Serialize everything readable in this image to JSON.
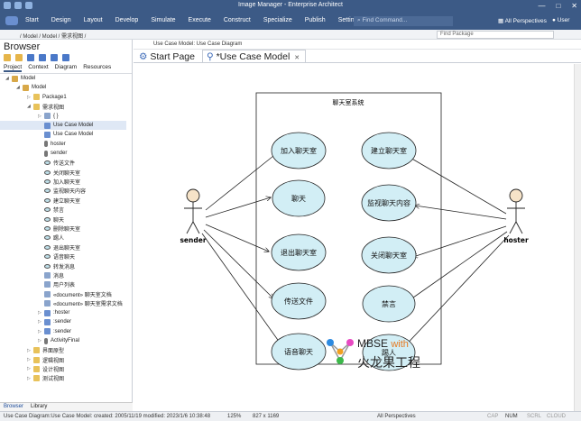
{
  "window": {
    "title": "Image Manager - Enterprise Architect",
    "controls": [
      "—",
      "□",
      "✕"
    ]
  },
  "menu": {
    "items": [
      "Start",
      "Design",
      "Layout",
      "Develop",
      "Simulate",
      "Execute",
      "Construct",
      "Specialize",
      "Publish",
      "Settings"
    ],
    "command_placeholder": "Find Command...",
    "perspectives": "All Perspectives",
    "user": "User"
  },
  "address": {
    "crumb": "/ Model / Model / 需求视图 /",
    "find_placeholder": "Find Package"
  },
  "browser": {
    "title": "Browser",
    "tabs": [
      "Project",
      "Context",
      "Diagram",
      "Resources"
    ],
    "items": [
      {
        "label": "Model",
        "icon": "model-icon",
        "indent": 0
      },
      {
        "label": "Model",
        "icon": "package-icon",
        "indent": 1
      },
      {
        "label": "Package1",
        "icon": "folder-icon",
        "indent": 2
      },
      {
        "label": "需求视图",
        "icon": "folder-icon",
        "indent": 2
      },
      {
        "label": "{ }",
        "icon": "code-icon",
        "indent": 3
      },
      {
        "label": "Use Case Model",
        "icon": "use-case-diagram-icon",
        "indent": 3
      },
      {
        "label": "Use Case Model",
        "icon": "use-case-diagram-icon",
        "indent": 3
      },
      {
        "label": "hoster",
        "icon": "actor-icon",
        "indent": 3
      },
      {
        "label": "sender",
        "icon": "actor-icon",
        "indent": 3
      },
      {
        "label": "传送文件",
        "icon": "use-case-icon",
        "indent": 3
      },
      {
        "label": "关闭聊天室",
        "icon": "use-case-icon",
        "indent": 3
      },
      {
        "label": "加入聊天室",
        "icon": "use-case-icon",
        "indent": 3
      },
      {
        "label": "监视聊天内容",
        "icon": "use-case-icon",
        "indent": 3
      },
      {
        "label": "建立聊天室",
        "icon": "use-case-icon",
        "indent": 3
      },
      {
        "label": "禁言",
        "icon": "use-case-icon",
        "indent": 3
      },
      {
        "label": "聊天",
        "icon": "use-case-icon",
        "indent": 3
      },
      {
        "label": "删除聊天室",
        "icon": "use-case-icon",
        "indent": 3
      },
      {
        "label": "踢人",
        "icon": "use-case-icon",
        "indent": 3
      },
      {
        "label": "退出聊天室",
        "icon": "use-case-icon",
        "indent": 3
      },
      {
        "label": "语音聊天",
        "icon": "use-case-icon",
        "indent": 3
      },
      {
        "label": "转发消息",
        "icon": "use-case-icon",
        "indent": 3
      },
      {
        "label": "消息",
        "icon": "class-icon",
        "indent": 3
      },
      {
        "label": "用户列表",
        "icon": "class-icon",
        "indent": 3
      },
      {
        "label": "«document» 聊天室文档",
        "icon": "document-icon",
        "indent": 3
      },
      {
        "label": "«document» 聊天室需求文档",
        "icon": "document-icon",
        "indent": 3
      },
      {
        "label": ":hoster",
        "icon": "instance-icon",
        "indent": 3
      },
      {
        "label": ":sender",
        "icon": "instance-icon",
        "indent": 3
      },
      {
        "label": ":sender",
        "icon": "instance-icon",
        "indent": 3
      },
      {
        "label": "ActivityFinal",
        "icon": "activity-final-icon",
        "indent": 3
      },
      {
        "label": "界面原型",
        "icon": "folder-icon",
        "indent": 2
      },
      {
        "label": "逻辑视图",
        "icon": "folder-icon",
        "indent": 2
      },
      {
        "label": "设计视图",
        "icon": "folder-icon",
        "indent": 2
      },
      {
        "label": "测试视图",
        "icon": "folder-icon",
        "indent": 2
      }
    ],
    "bottom_tabs": [
      "Browser",
      "Library"
    ]
  },
  "diagram": {
    "path": "Use Case Model:  Use Case Diagram",
    "tabs": [
      {
        "label": "Start Page",
        "active": false
      },
      {
        "label": "*Use Case Model",
        "active": true
      }
    ],
    "boundary": "聊天室系统",
    "actors": {
      "left": "sender",
      "right": "hoster"
    },
    "use_cases": [
      "加入聊天室",
      "聊天",
      "退出聊天室",
      "传送文件",
      "语音聊天",
      "建立聊天室",
      "监视聊天内容",
      "关闭聊天室",
      "禁言",
      "踢人"
    ],
    "colors": {
      "use_case_fill": "#d2eef5",
      "stroke": "#222222"
    }
  },
  "watermark": {
    "line1": "MBSE",
    "line1b": "with",
    "line2": "火龙果工程"
  },
  "status": {
    "left": "Use Case Diagram:Use Case Model:  created: 2005/11/19  modified: 2023/1/6 10:38:48",
    "zoom": "125%",
    "size": "827 x 1169",
    "persp": "All Perspectives",
    "caps": "CAP",
    "num": "NUM",
    "scrl": "SCRL",
    "cloud": "CLOUD"
  }
}
